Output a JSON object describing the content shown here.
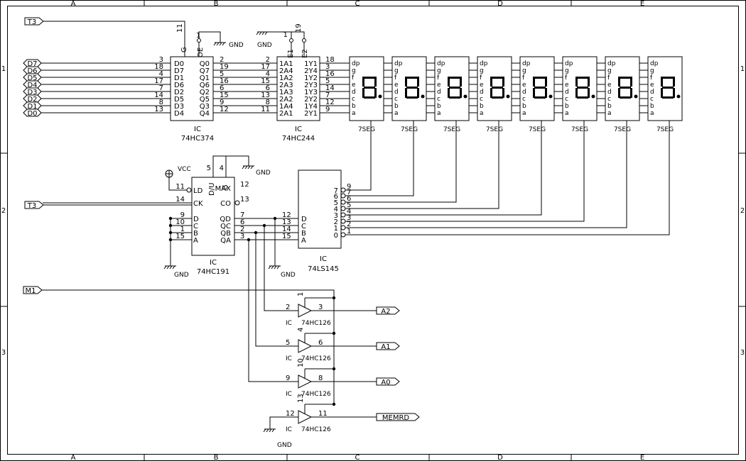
{
  "frame": {
    "columns": [
      "A",
      "B",
      "C",
      "D",
      "E"
    ],
    "rows": [
      "1",
      "2",
      "3"
    ]
  },
  "ports": {
    "t3_top": "T3",
    "t3_mid": "T3",
    "m1": "M1",
    "a2": "A2",
    "a1": "A1",
    "a0": "A0",
    "memrd": "MEMRD",
    "data": [
      "D7",
      "D6",
      "D5",
      "D4",
      "D3",
      "D2",
      "D1",
      "D0"
    ]
  },
  "power": {
    "gnd": "GND",
    "vcc": "VCC"
  },
  "ic374": {
    "ref": "IC",
    "part": "74HC374",
    "pin_g_num": "11",
    "pin_g_label": "G",
    "pin_oe_num": "1",
    "pin_oe_label": "OE",
    "inputs": [
      "D0",
      "D7",
      "D1",
      "D6",
      "D2",
      "D5",
      "D3",
      "D4"
    ],
    "input_nums": [
      "3",
      "18",
      "4",
      "17",
      "7",
      "14",
      "8",
      "13"
    ],
    "outputs": [
      "Q0",
      "Q7",
      "Q1",
      "Q6",
      "Q2",
      "Q5",
      "Q3",
      "Q4"
    ],
    "output_nums": [
      "2",
      "19",
      "5",
      "16",
      "6",
      "15",
      "9",
      "12"
    ]
  },
  "ic244": {
    "ref": "IC",
    "part": "74HC244",
    "pin_e1_num": "1",
    "pin_e1_label": "E1",
    "pin_e2_num": "19",
    "pin_e2_label": "E2",
    "inputs": [
      "1A1",
      "2A4",
      "1A2",
      "2A3",
      "1A3",
      "2A2",
      "1A4",
      "2A1"
    ],
    "input_nums": [
      "2",
      "17",
      "4",
      "15",
      "6",
      "13",
      "8",
      "11"
    ],
    "outputs": [
      "1Y1",
      "2Y4",
      "1Y2",
      "2Y3",
      "1Y3",
      "2Y2",
      "1Y4",
      "2Y1"
    ],
    "output_nums": [
      "18",
      "3",
      "16",
      "5",
      "14",
      "7",
      "12",
      "9"
    ]
  },
  "displays": {
    "count": 8,
    "label": "7SEG",
    "pins": [
      "dp",
      "g",
      "f",
      "e",
      "d",
      "c",
      "b",
      "a"
    ]
  },
  "ic191": {
    "ref": "IC",
    "part": "74HC191",
    "pin_top_5": "5",
    "pin_top_4": "4",
    "top_labels": [
      "D/U",
      "G"
    ],
    "left": [
      {
        "num": "11",
        "label": "LD"
      },
      {
        "num": "14",
        "label": "CK"
      },
      {
        "num": "9",
        "label": "D"
      },
      {
        "num": "10",
        "label": "C"
      },
      {
        "num": "1",
        "label": "B"
      },
      {
        "num": "15",
        "label": "A"
      }
    ],
    "right": [
      {
        "num": "12",
        "label": "MAX"
      },
      {
        "num": "13",
        "label": "CO"
      },
      {
        "num": "7",
        "label": "QD"
      },
      {
        "num": "6",
        "label": "QC"
      },
      {
        "num": "2",
        "label": "QB"
      },
      {
        "num": "3",
        "label": "QA"
      }
    ]
  },
  "ic145": {
    "ref": "IC",
    "part": "74LS145",
    "inputs": [
      {
        "num": "12",
        "label": "D"
      },
      {
        "num": "13",
        "label": "C"
      },
      {
        "num": "14",
        "label": "B"
      },
      {
        "num": "15",
        "label": "A"
      }
    ],
    "outputs": [
      {
        "num": "9",
        "label": "7"
      },
      {
        "num": "7",
        "label": "6"
      },
      {
        "num": "6",
        "label": "5"
      },
      {
        "num": "5",
        "label": "4"
      },
      {
        "num": "4",
        "label": "3"
      },
      {
        "num": "3",
        "label": "2"
      },
      {
        "num": "2",
        "label": "1"
      },
      {
        "num": "1",
        "label": "0"
      }
    ]
  },
  "buffers": [
    {
      "ref": "IC",
      "part": "74HC126",
      "in": "2",
      "out": "3",
      "en": "1"
    },
    {
      "ref": "IC",
      "part": "74HC126",
      "in": "5",
      "out": "6",
      "en": "4"
    },
    {
      "ref": "IC",
      "part": "74HC126",
      "in": "9",
      "out": "8",
      "en": "10"
    },
    {
      "ref": "IC",
      "part": "74HC126",
      "in": "12",
      "out": "11",
      "en": "13"
    }
  ]
}
